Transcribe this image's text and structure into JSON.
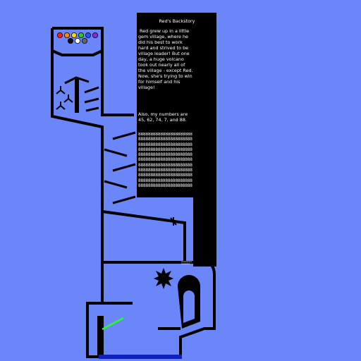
{
  "backstory": {
    "title": "Red's Backstory",
    "body": " Red grew up in a little gem village, where he did his best to work hard and strived to be village leader! But one day, a huge volcano took out nearly all of the village - except Red. Now, she's trying to win for himself and his village!",
    "numbers": "Also, my numbers are 45, 62, 74, 7, and 88.",
    "filler": "8888888888888888888888\n8888888888888888888888\n8888888888888888888888\n8888888888888888888888\n8888888888888888888888\n8888888888888888888888\n8888888888888888888888\n8888888888888888888888\n8888888888888888888888\n8888888888888888888888\n8888888888888888888888",
    "tiny_note": "xxxxxxxxxx xxxxxxxx"
  },
  "gems": [
    {
      "name": "red-gem",
      "color": "#ff1a1a"
    },
    {
      "name": "orange-gem",
      "color": "#ff8c00"
    },
    {
      "name": "yellow-gem",
      "color": "#ffd800"
    },
    {
      "name": "green-gem",
      "color": "#22cc22"
    },
    {
      "name": "blue-gem",
      "color": "#2255ff"
    },
    {
      "name": "purple-gem",
      "color": "#8a2be2"
    },
    {
      "name": "black-gem",
      "color": "#111111"
    },
    {
      "name": "white-gem",
      "color": "#ffffff"
    },
    {
      "name": "gray-gem",
      "color": "#666666"
    }
  ],
  "colors": {
    "background": "#6b86f9",
    "wall": "#000000",
    "water": "#1020c0",
    "laser": "#22ff22"
  }
}
